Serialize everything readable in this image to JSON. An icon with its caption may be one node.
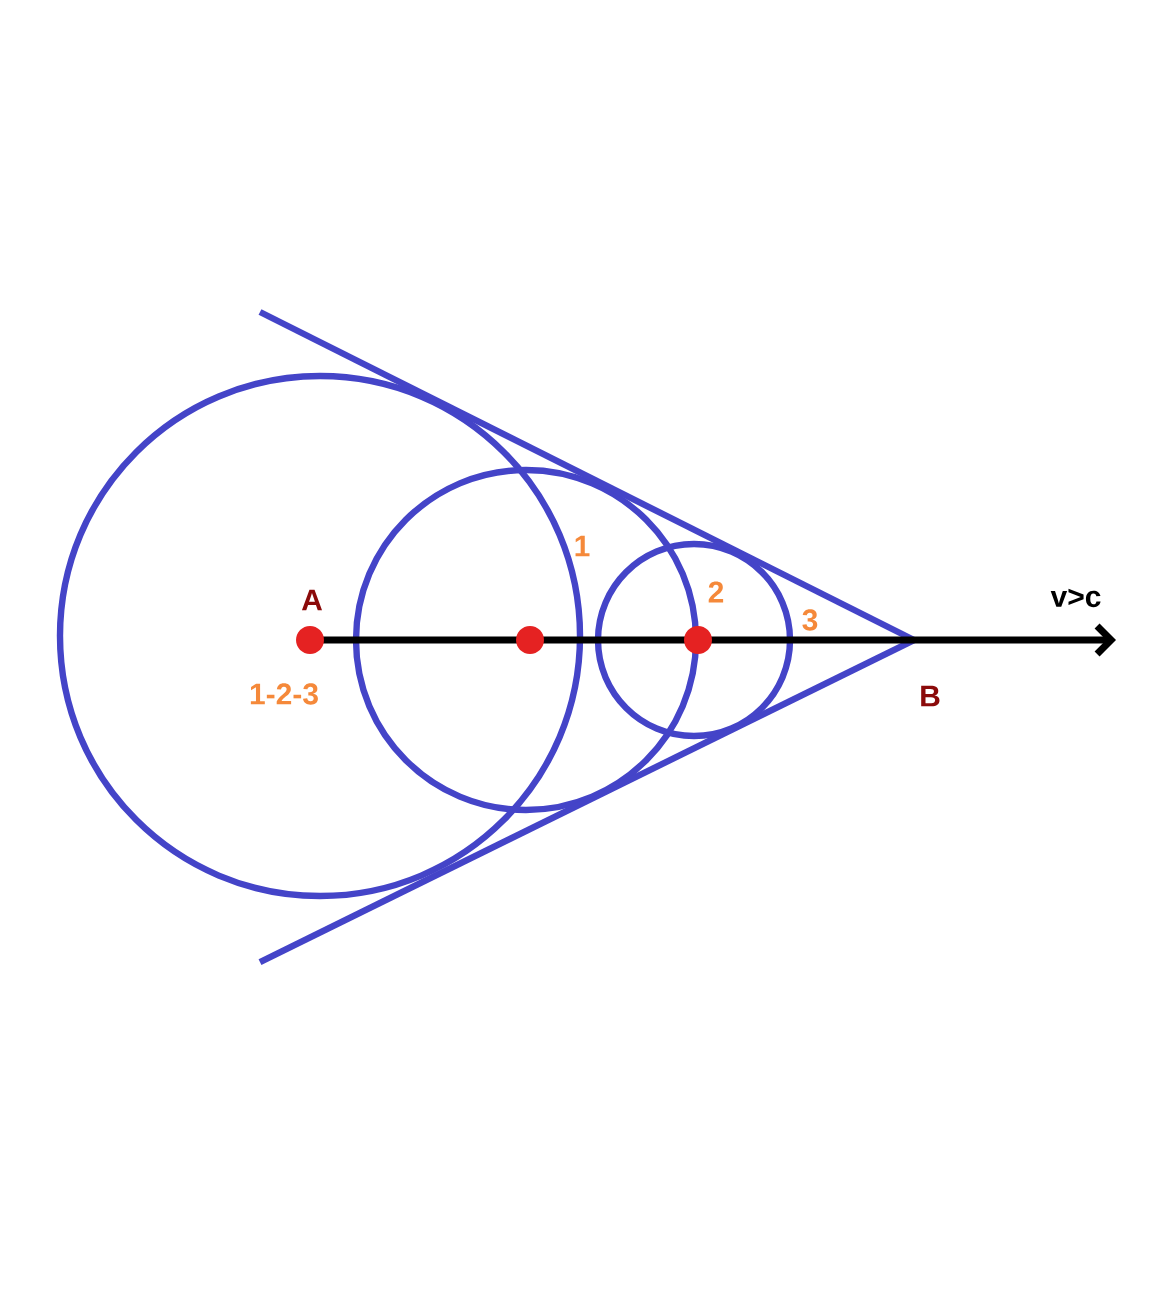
{
  "diagram": {
    "labels": [
      "v>c",
      "1",
      "A",
      "2",
      "3",
      "1-2-3",
      "B"
    ]
  }
}
